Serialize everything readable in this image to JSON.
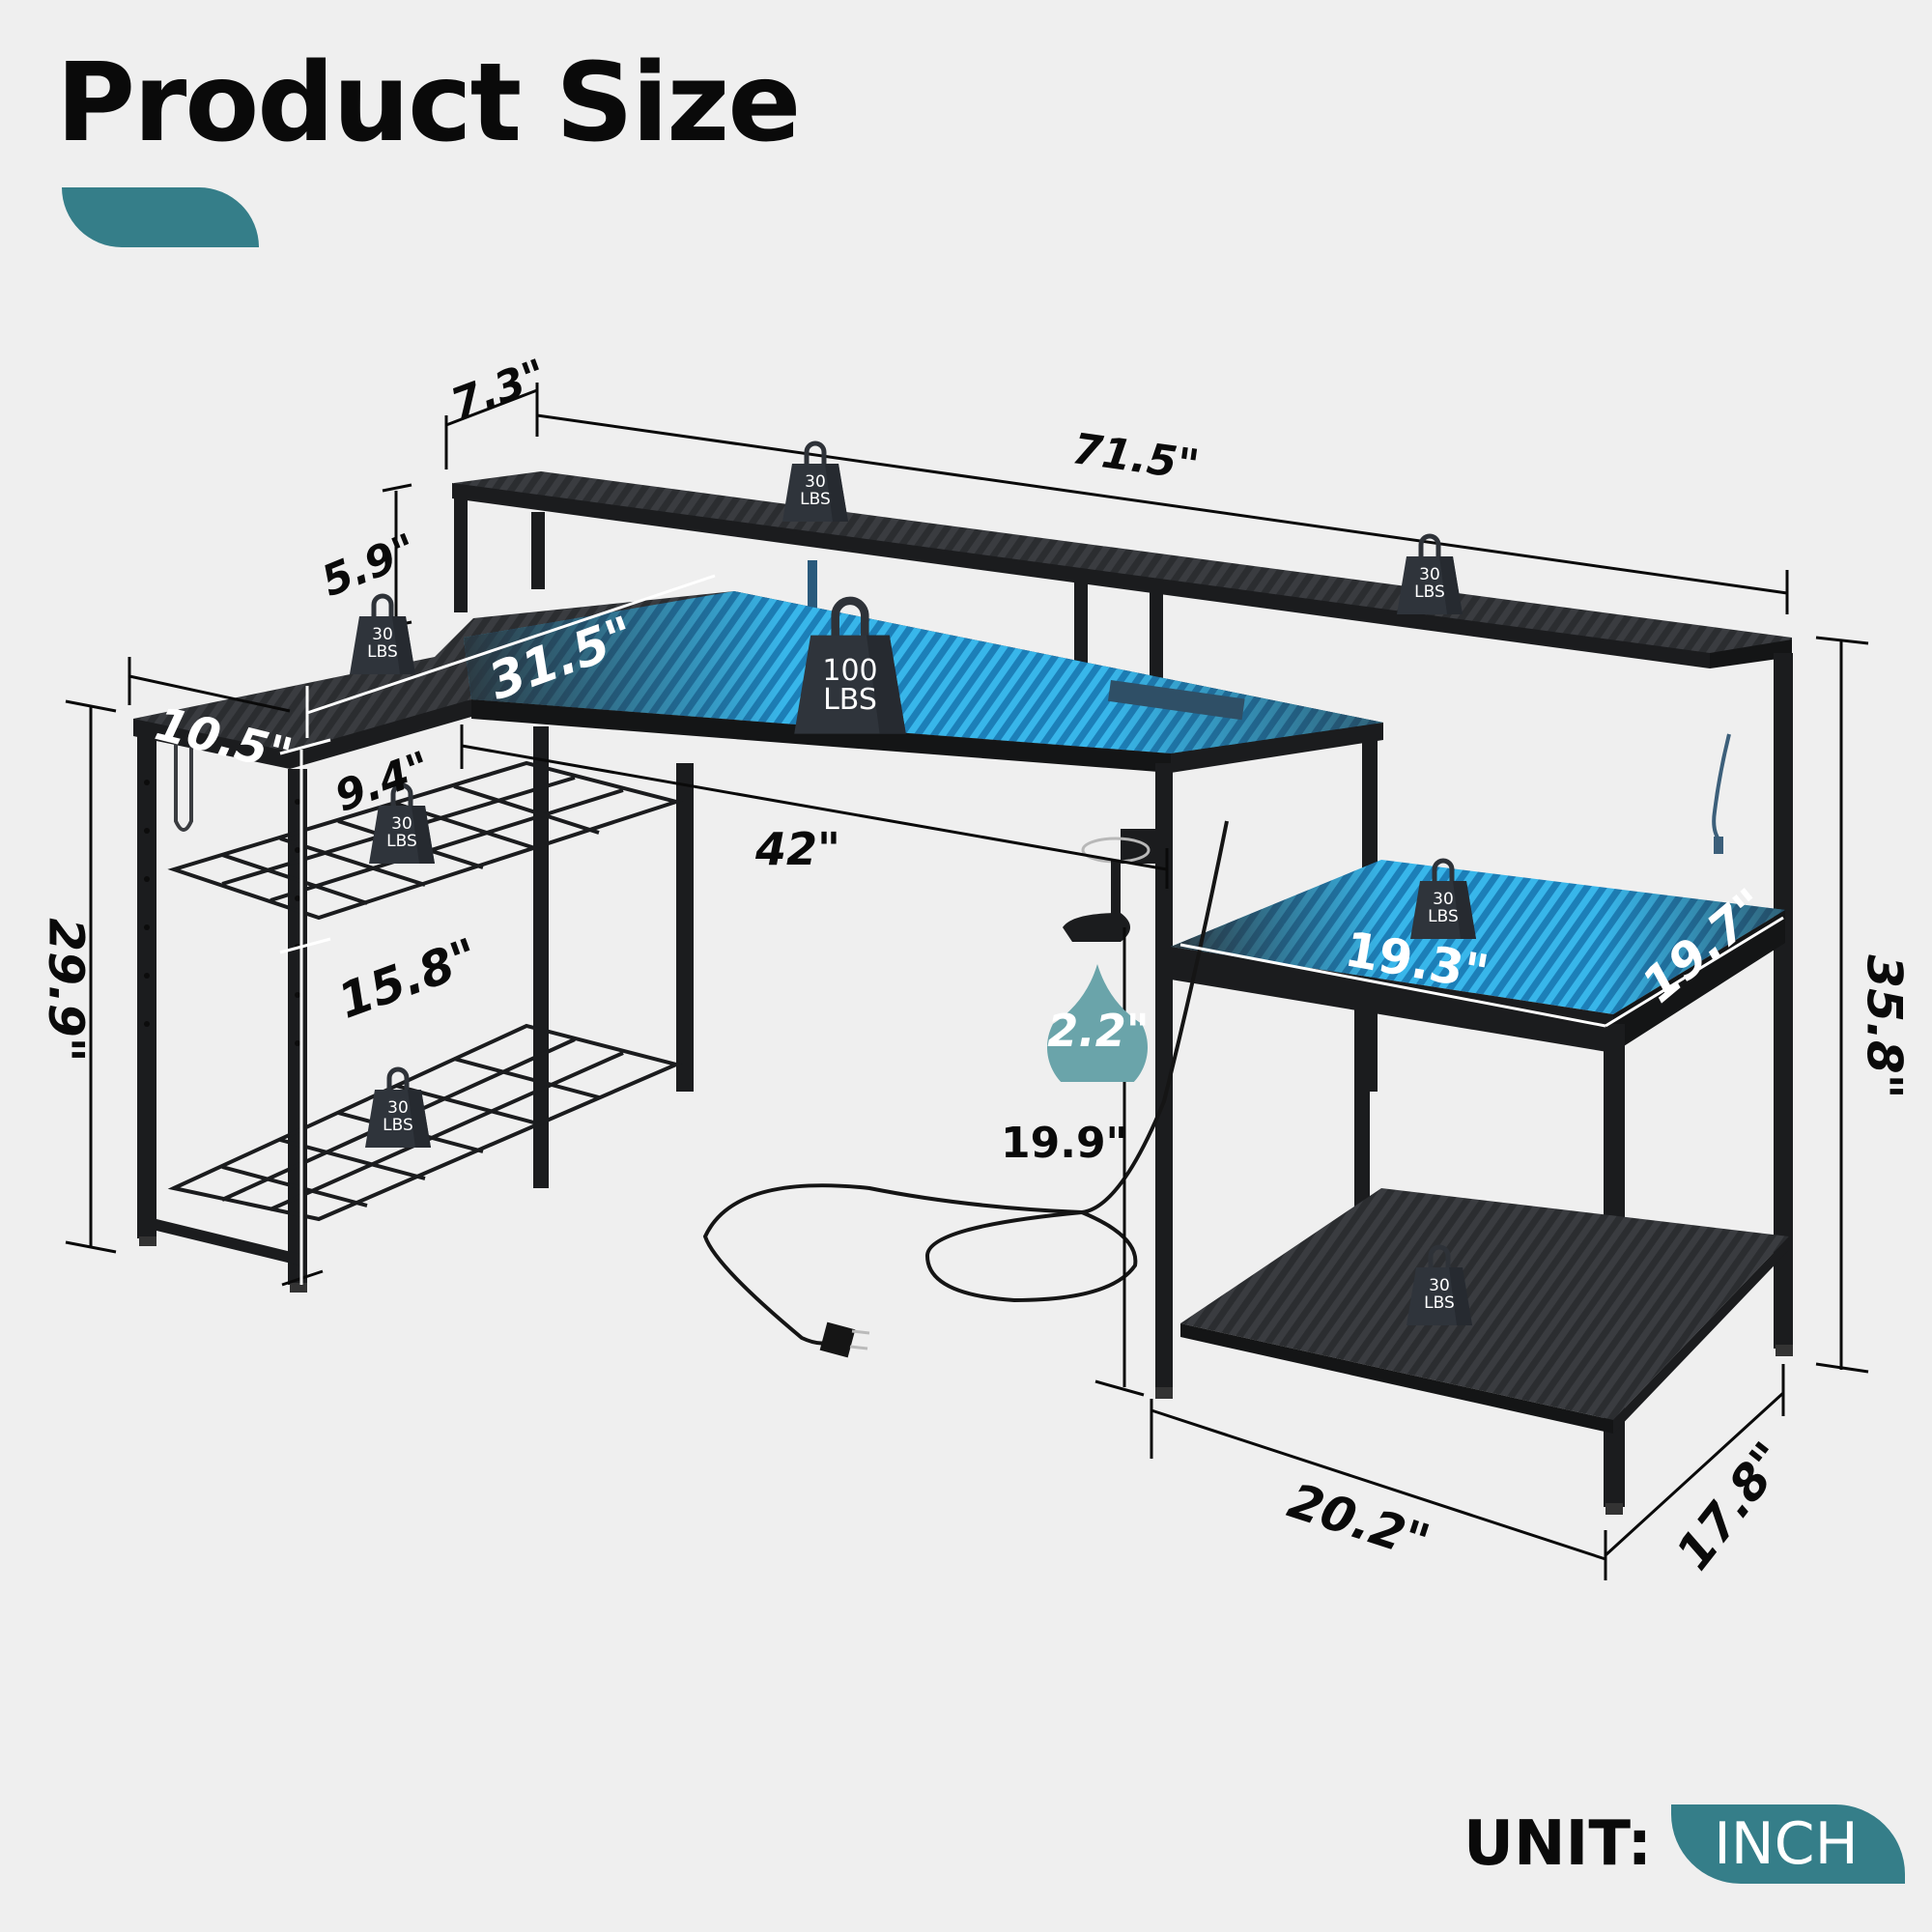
{
  "header": {
    "title": "Product Size",
    "accent_color": "#357e89"
  },
  "unit": {
    "label": "UNIT:",
    "value": "INCH"
  },
  "dimensions": {
    "hutch_depth": "7.3\"",
    "overall_width": "71.5\"",
    "hutch_height": "5.9\"",
    "side_length": "31.5\"",
    "side_depth": "10.5\"",
    "shelf_gap_upper": "9.4\"",
    "shelf_gap_lower": "15.8\"",
    "desk_height": "29.9\"",
    "desk_length": "42\"",
    "cup_holder_diameter": "2.2\"",
    "knee_clearance": "19.9\"",
    "side_shelf_width": "19.3\"",
    "side_shelf_depth": "19.7\"",
    "total_height": "35.8\"",
    "base_width": "20.2\"",
    "base_depth": "17.8\""
  },
  "weights": {
    "hutch_left": {
      "value": "30",
      "unit": "LBS"
    },
    "hutch_right": {
      "value": "30",
      "unit": "LBS"
    },
    "side_top": {
      "value": "30",
      "unit": "LBS"
    },
    "main_desk": {
      "value": "100",
      "unit": "LBS"
    },
    "wire_shelf_upper": {
      "value": "30",
      "unit": "LBS"
    },
    "wire_shelf_lower": {
      "value": "30",
      "unit": "LBS"
    },
    "side_shelf": {
      "value": "30",
      "unit": "LBS"
    },
    "bottom_shelf": {
      "value": "30",
      "unit": "LBS"
    }
  }
}
